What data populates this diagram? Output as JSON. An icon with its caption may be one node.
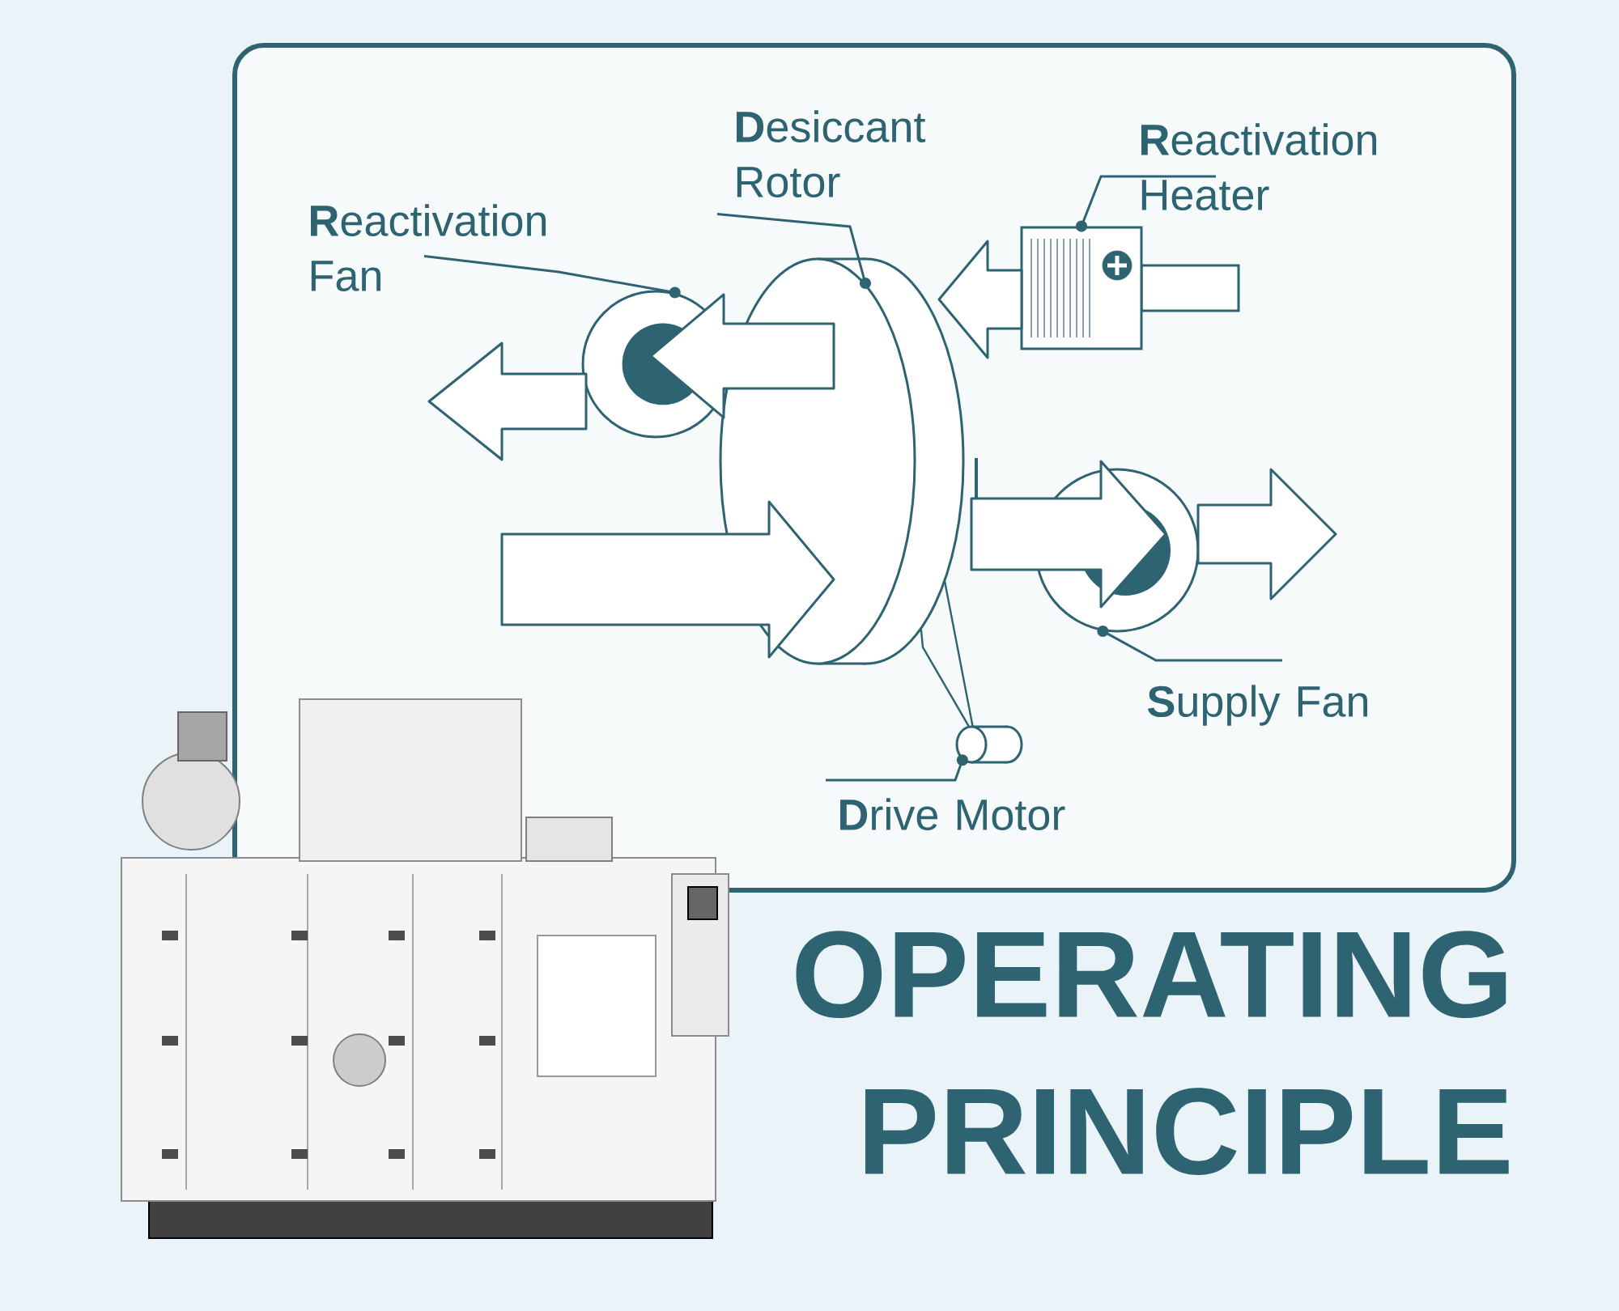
{
  "diagram": {
    "title": "OPERATING PRINCIPLE",
    "nodes": [
      {
        "text": [
          "**R**eactivation Fan"
        ]
      },
      {
        "text": [
          "**D**esiccant Rotor"
        ]
      },
      {
        "text": [
          "**R**eactivation Heater"
        ]
      },
      {
        "text": [
          "**S**upply Fan"
        ]
      },
      {
        "text": [
          "**D**rive Motor"
        ]
      },
      {
        "text": [],
        "shape": "circle"
      },
      {
        "text": [],
        "shape": "cylinder"
      },
      {
        "text": [],
        "shape": "box"
      },
      {
        "text": [],
        "shape": "circle"
      },
      {
        "text": [],
        "shape": "cylinder"
      }
    ],
    "edges": [
      {
        "from": 0,
        "to": 5,
        "arrow": "other"
      },
      {
        "from": 1,
        "to": 6,
        "arrow": "other"
      },
      {
        "from": 2,
        "to": 7,
        "arrow": "other"
      },
      {
        "from": 3,
        "to": 8,
        "arrow": "other"
      },
      {
        "from": 4,
        "to": 9,
        "arrow": "other"
      },
      {
        "from": 6,
        "to": 5,
        "arrow": "to",
        "style": "thick"
      },
      {
        "from": 5,
        "to": null,
        "arrow": "to",
        "style": "thick"
      },
      {
        "from": null,
        "to": 6,
        "arrow": "to",
        "style": "thick"
      },
      {
        "from": 6,
        "to": 8,
        "arrow": "to",
        "style": "thick"
      },
      {
        "from": 8,
        "to": null,
        "arrow": "to",
        "style": "thick"
      },
      {
        "from": 7,
        "to": 6,
        "arrow": "to",
        "style": "thick"
      }
    ]
  }
}
